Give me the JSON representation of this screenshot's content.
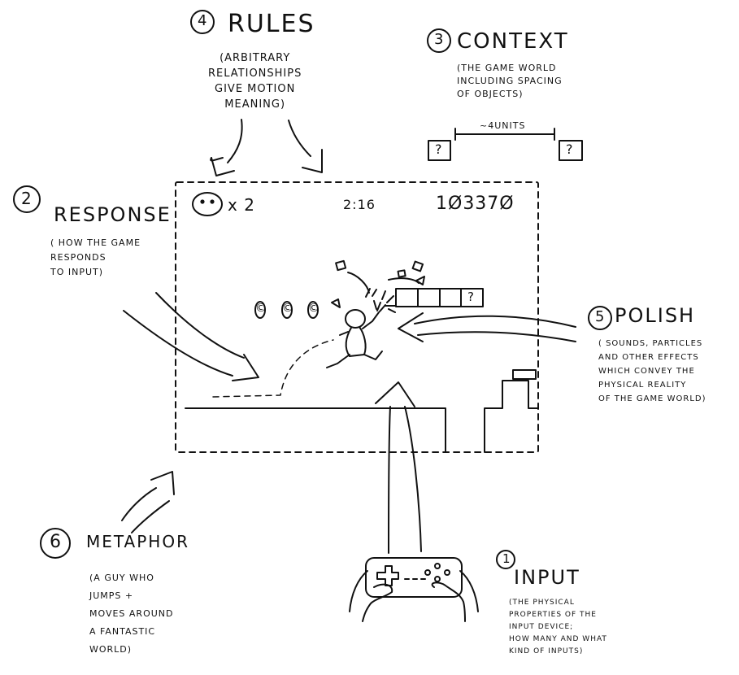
{
  "rules": {
    "number": "4",
    "title": "RULES",
    "desc": "(ARBITRARY\nRELATIONSHIPS\nGIVE MOTION\nMEANING)"
  },
  "context": {
    "number": "3",
    "title": "CONTEXT",
    "desc": "(THE GAME WORLD\nINCLUDING SPACING\nOF OBJECTS)",
    "spacing_label": "~4UNITS",
    "block_symbol": "?"
  },
  "response": {
    "number": "2",
    "title": "RESPONSE",
    "desc": "( HOW THE GAME\nRESPONDS\nTO INPUT)"
  },
  "polish": {
    "number": "5",
    "title": "POLISH",
    "desc": "( SOUNDS, PARTICLES\nAND OTHER EFFECTS\nWHICH CONVEY THE\nPHYSICAL REALITY\nOF THE GAME WORLD)"
  },
  "metaphor": {
    "number": "6",
    "title": "METAPHOR",
    "desc": "(A GUY WHO\nJUMPS +\nMOVES AROUND\nA FANTASTIC\nWORLD)"
  },
  "input": {
    "number": "1",
    "title": "INPUT",
    "desc": "(THE PHYSICAL\nPROPERTIES OF THE\nINPUT DEVICE;\nHOW MANY AND WHAT\nKIND OF INPUTS)"
  },
  "hud": {
    "lives": "x 2",
    "timer": "2:16",
    "score": "1Ø337Ø"
  },
  "game": {
    "coin_symbol": "©",
    "question_symbol": "?"
  }
}
